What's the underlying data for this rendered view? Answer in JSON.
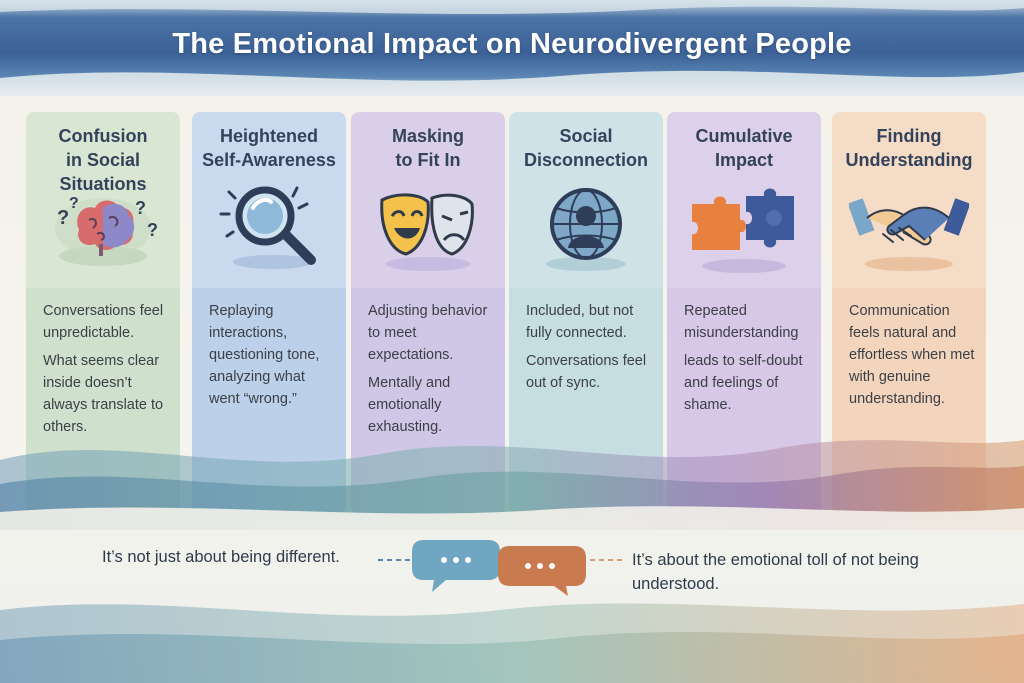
{
  "title": "The Emotional Impact on Neurodivergent People",
  "panels": [
    {
      "heading": [
        "Confusion",
        "in Social Situations"
      ],
      "icon": "brain-question-icon",
      "body": [
        "Conversations feel unpredictable.",
        "What seems clear inside doesn’t always translate to others."
      ],
      "colors": {
        "top": "#d9e6d3",
        "bottom": "#cfe0cc"
      }
    },
    {
      "heading": [
        "Heightened",
        "Self-Awareness"
      ],
      "icon": "magnifying-glass-icon",
      "body": [
        "Replaying interactions, questioning tone, analyzing what went “wrong.”"
      ],
      "colors": {
        "top": "#c9d9ee",
        "bottom": "#bcd0ea"
      }
    },
    {
      "heading": [
        "Masking",
        "to Fit In"
      ],
      "icon": "theater-masks-icon",
      "body": [
        "Adjusting behavior to meet expectations.",
        "Mentally and emotionally exhausting."
      ],
      "colors": {
        "top": "#d9cfe9",
        "bottom": "#d0c6e6"
      }
    },
    {
      "heading": [
        "Social",
        "Disconnection"
      ],
      "icon": "globe-person-icon",
      "body": [
        "Included, but not fully connected.",
        "Conversations feel out of sync."
      ],
      "colors": {
        "top": "#cfe2e8",
        "bottom": "#c6dde2"
      }
    },
    {
      "heading": [
        "Cumulative",
        "Impact"
      ],
      "icon": "puzzle-pieces-icon",
      "body": [
        "Repeated misunderstanding",
        "leads to self-doubt and feelings of shame."
      ],
      "colors": {
        "top": "#ddd0ea",
        "bottom": "#d6c8e6"
      }
    },
    {
      "heading": [
        "Finding",
        "Understanding"
      ],
      "icon": "handshake-icon",
      "body": [
        "Communication feels natural and effortless when met with genuine understanding."
      ],
      "colors": {
        "top": "#f5dcc6",
        "bottom": "#f3d5bd"
      }
    }
  ],
  "footer": {
    "left": "It’s not just about being different.",
    "right": "It’s about the emotional toll of not being understood.",
    "bubble_icons": [
      "speech-bubble-blue-icon",
      "speech-bubble-orange-icon"
    ]
  }
}
